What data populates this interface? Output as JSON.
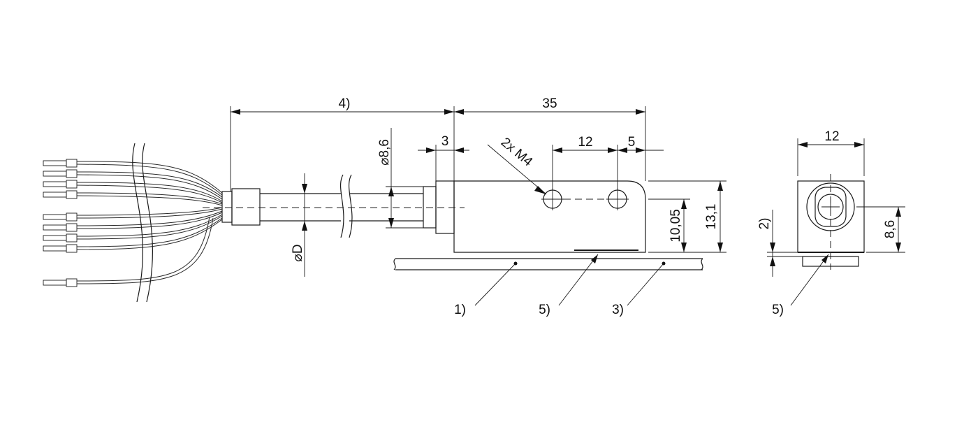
{
  "dimensions": {
    "cable_length": "4)",
    "body_length": "35",
    "cable_dia_small": "⌀8,6",
    "offset_3": "3",
    "holes_spec": "2x M4",
    "hole_spacing": "12",
    "hole_edge": "5",
    "height_1005": "10,05",
    "height_131": "13,1",
    "cable_dia": "⌀D",
    "side_width": "12",
    "side_height": "8,6",
    "side_note_2": "2)"
  },
  "callouts": {
    "note_1": "1)",
    "note_5": "5)",
    "note_3": "3)",
    "note_5_side": "5)"
  },
  "colors": {
    "line": "#1a1a1a",
    "background": "#ffffff"
  }
}
